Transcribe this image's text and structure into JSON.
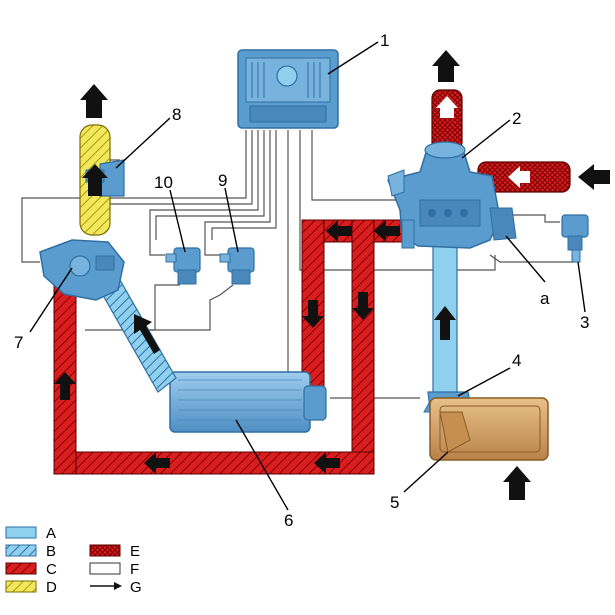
{
  "callouts": {
    "c1": "1",
    "c2": "2",
    "c3": "3",
    "c4": "4",
    "c5": "5",
    "c6": "6",
    "c7": "7",
    "c8": "8",
    "c9": "9",
    "c10": "10",
    "ca": "a"
  },
  "legend": [
    {
      "letter": "A",
      "style": "light-blue-solid"
    },
    {
      "letter": "B",
      "style": "light-blue-hatched"
    },
    {
      "letter": "C",
      "style": "red-hatched"
    },
    {
      "letter": "D",
      "style": "yellow-hatched"
    },
    {
      "letter": "E",
      "style": "red-crosshatched"
    },
    {
      "letter": "F",
      "style": "white-outline"
    },
    {
      "letter": "G",
      "style": "arrow-line"
    }
  ],
  "colors": {
    "cool_air": "#8fd0ef",
    "hot_air": "#d81e1e",
    "exhaust": "#f3e85c",
    "component": "#5b9ccf",
    "component_dark": "#2f6fa3",
    "filter_box": "#d6a46a"
  }
}
